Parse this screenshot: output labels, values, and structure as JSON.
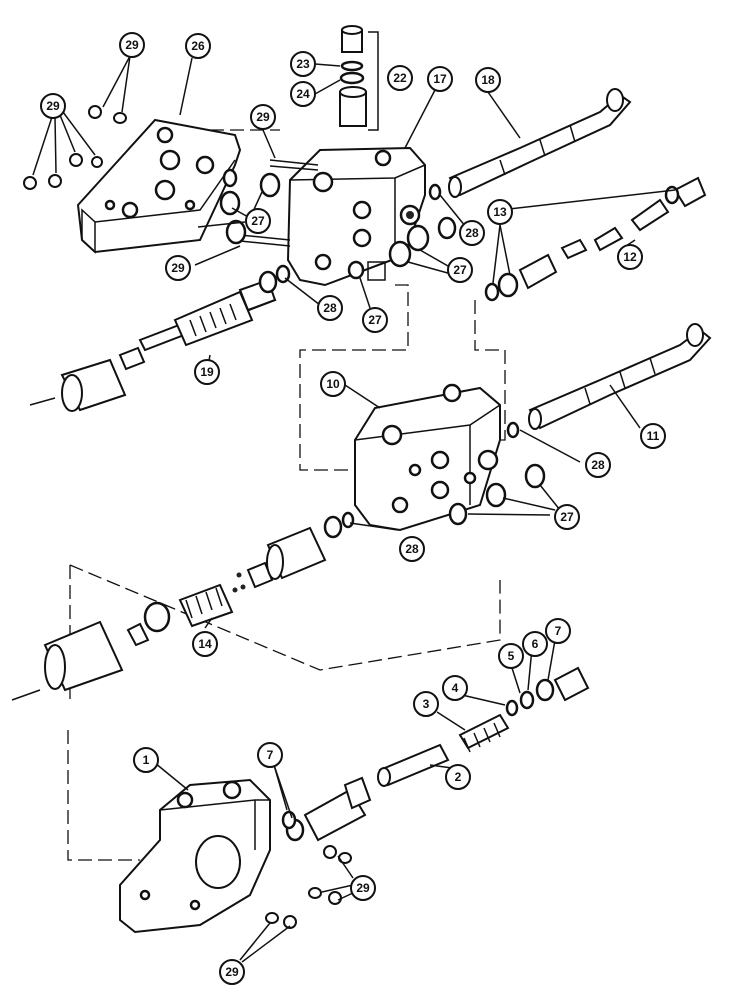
{
  "callouts": [
    {
      "id": "c29a",
      "label": "29"
    },
    {
      "id": "c26",
      "label": "26"
    },
    {
      "id": "c29b",
      "label": "29"
    },
    {
      "id": "c23",
      "label": "23"
    },
    {
      "id": "c22",
      "label": "22"
    },
    {
      "id": "c24",
      "label": "24"
    },
    {
      "id": "c17",
      "label": "17"
    },
    {
      "id": "c18",
      "label": "18"
    },
    {
      "id": "c29c",
      "label": "29"
    },
    {
      "id": "c13",
      "label": "13"
    },
    {
      "id": "c27a",
      "label": "27"
    },
    {
      "id": "c28a",
      "label": "28"
    },
    {
      "id": "c27b",
      "label": "27"
    },
    {
      "id": "c12",
      "label": "12"
    },
    {
      "id": "c29d",
      "label": "29"
    },
    {
      "id": "c28b",
      "label": "28"
    },
    {
      "id": "c27c",
      "label": "27"
    },
    {
      "id": "c19",
      "label": "19"
    },
    {
      "id": "c10",
      "label": "10"
    },
    {
      "id": "c11",
      "label": "11"
    },
    {
      "id": "c28c",
      "label": "28"
    },
    {
      "id": "c27d",
      "label": "27"
    },
    {
      "id": "c28d",
      "label": "28"
    },
    {
      "id": "c14",
      "label": "14"
    },
    {
      "id": "c7a",
      "label": "7"
    },
    {
      "id": "c5",
      "label": "5"
    },
    {
      "id": "c6",
      "label": "6"
    },
    {
      "id": "c4",
      "label": "4"
    },
    {
      "id": "c3",
      "label": "3"
    },
    {
      "id": "c1",
      "label": "1"
    },
    {
      "id": "c7b",
      "label": "7"
    },
    {
      "id": "c2",
      "label": "2"
    },
    {
      "id": "c29e",
      "label": "29"
    },
    {
      "id": "c29f",
      "label": "29"
    }
  ]
}
